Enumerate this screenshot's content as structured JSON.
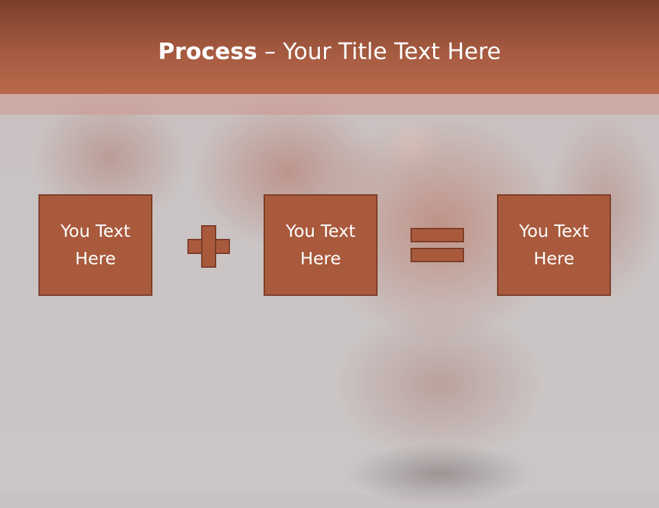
{
  "slide": {
    "title_bold": "Process",
    "title_rest": " – Your Title Text Here"
  },
  "process": {
    "boxes": [
      {
        "line1": "You Text",
        "line2": "Here"
      },
      {
        "line1": "You Text",
        "line2": "Here"
      },
      {
        "line1": "You Text",
        "line2": "Here"
      }
    ],
    "operators": [
      "plus-icon",
      "equals-icon"
    ]
  },
  "colors": {
    "accent": "#a95a3d",
    "accent_border": "#7a3b26",
    "title_bar": "#a55a40",
    "text": "#ffffff"
  }
}
